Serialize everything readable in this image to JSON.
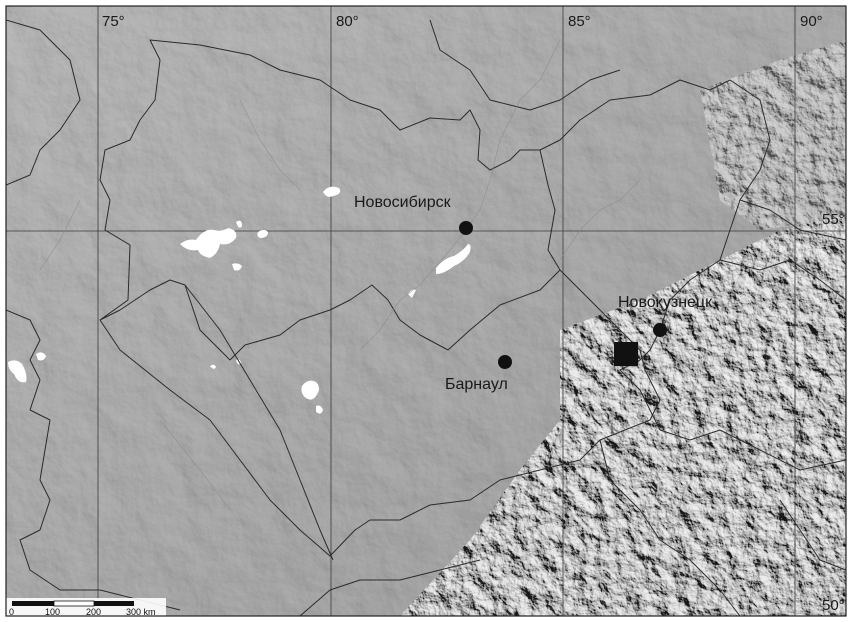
{
  "map": {
    "graticule_labels": {
      "lon_75": "75°",
      "lon_80": "80°",
      "lon_85": "85°",
      "lon_90": "90°",
      "lat_55": "55°",
      "lat_50": "50°"
    },
    "cities": [
      {
        "name": "Новосибирск",
        "marker": "circle"
      },
      {
        "name": "Барнаул",
        "marker": "circle"
      },
      {
        "name": "Новокузнецк",
        "marker": "circle"
      }
    ],
    "site_marker": "square",
    "scale_bar": {
      "ticks": [
        "0",
        "100",
        "200",
        "300 km"
      ]
    },
    "colors": {
      "terrain": "#b5b5b5",
      "borders": "#2b2b2b",
      "lakes": "#ffffff",
      "markers": "#111111"
    }
  }
}
